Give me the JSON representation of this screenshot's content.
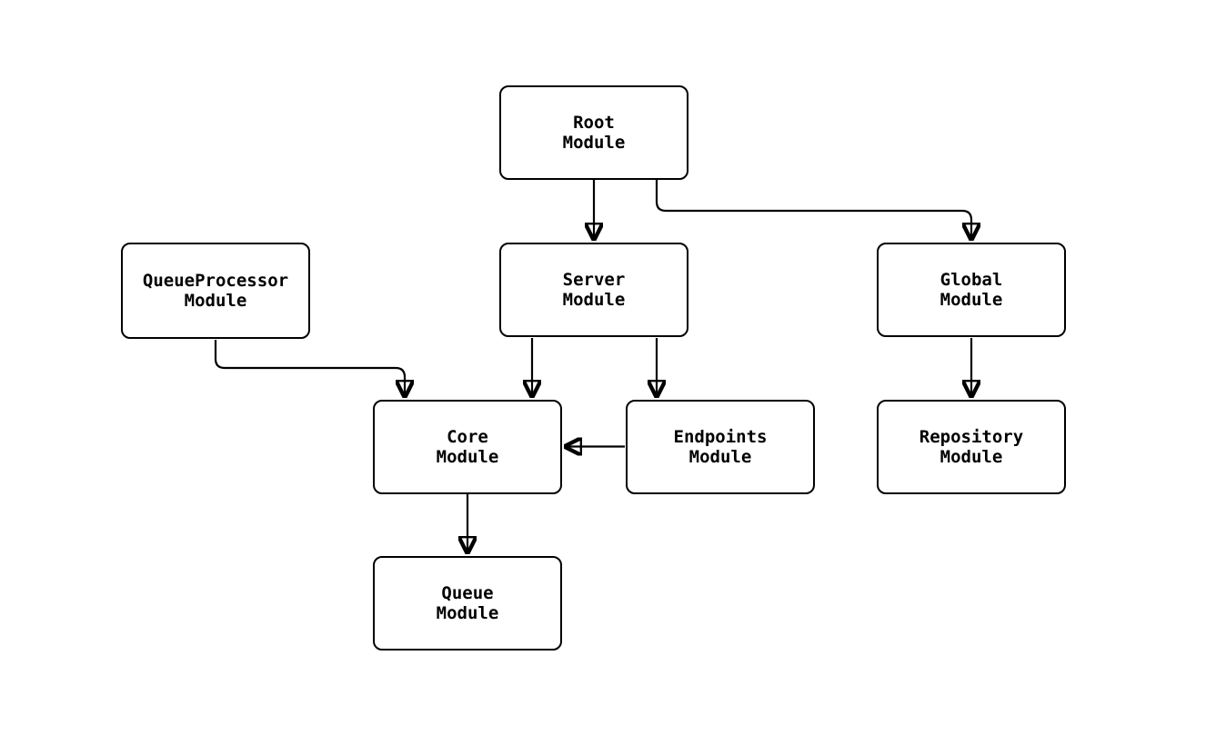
{
  "diagram": {
    "type": "module-dependency-flowchart",
    "background_color": "#ffffff",
    "node_fill_color": "#ffffff",
    "node_border_color": "#000000",
    "edge_color": "#000000",
    "text_color": "#000000",
    "nodes": {
      "root": {
        "label": "Root\nModule"
      },
      "queue_processor": {
        "label": "QueueProcessor\nModule"
      },
      "server": {
        "label": "Server\nModule"
      },
      "global": {
        "label": "Global\nModule"
      },
      "core": {
        "label": "Core\nModule"
      },
      "endpoints": {
        "label": "Endpoints\nModule"
      },
      "repository": {
        "label": "Repository\nModule"
      },
      "queue": {
        "label": "Queue\nModule"
      }
    },
    "edges": [
      {
        "from": "Root Module",
        "to": "Server Module"
      },
      {
        "from": "Root Module",
        "to": "Global Module"
      },
      {
        "from": "QueueProcessor Module",
        "to": "Core Module"
      },
      {
        "from": "Server Module",
        "to": "Core Module"
      },
      {
        "from": "Server Module",
        "to": "Endpoints Module"
      },
      {
        "from": "Endpoints Module",
        "to": "Core Module"
      },
      {
        "from": "Global Module",
        "to": "Repository Module"
      },
      {
        "from": "Core Module",
        "to": "Queue Module"
      }
    ]
  }
}
